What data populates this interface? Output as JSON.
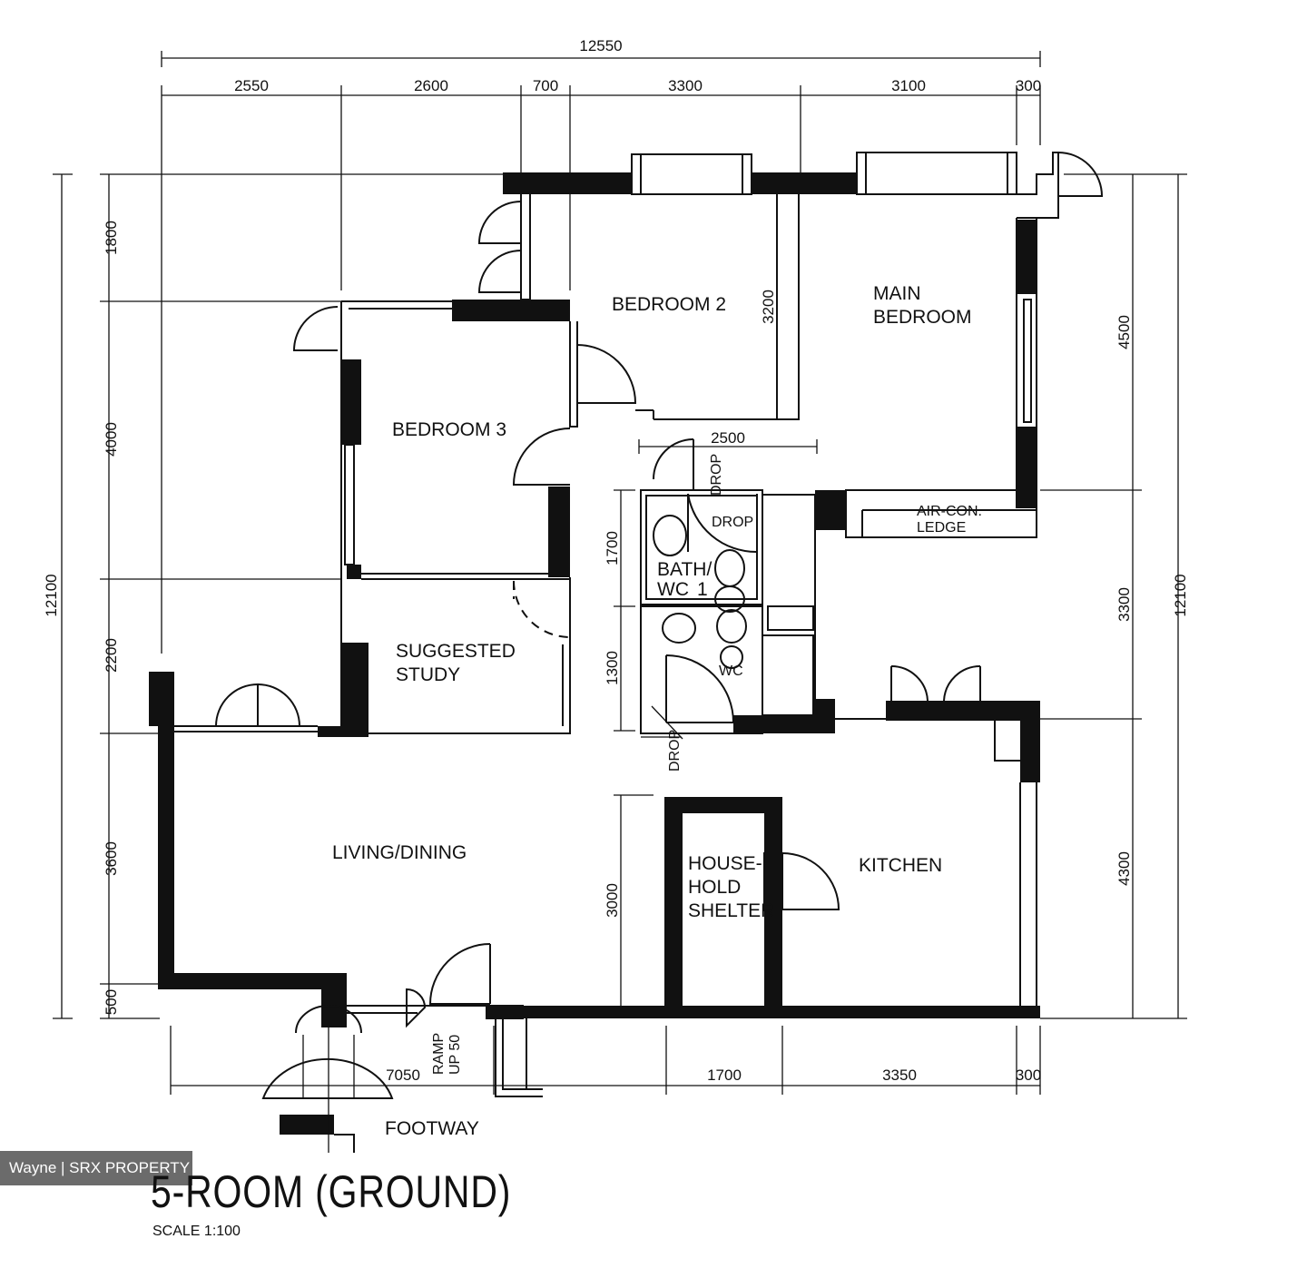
{
  "plan": {
    "title": "5-ROOM (GROUND)",
    "scale": "SCALE  1:100",
    "watermark": "Wayne | SRX PROPERTY"
  },
  "dimensions": {
    "top_total": "12550",
    "top_segments": [
      "2550",
      "2600",
      "700",
      "3300",
      "3100",
      "300"
    ],
    "left_total": "12100",
    "left_segments": [
      "1800",
      "4000",
      "2200",
      "3600",
      "500"
    ],
    "right_total": "12100",
    "right_segments": [
      "4500",
      "3300",
      "4300"
    ],
    "bottom_segments": [
      "7050",
      "1700",
      "3350",
      "300"
    ],
    "inner": {
      "bedroom2_depth": "3200",
      "bath_width": "2500",
      "bath_depth": "1700",
      "wc_depth": "1300",
      "shelter_depth": "3000"
    }
  },
  "rooms": {
    "bedroom2": "BEDROOM 2",
    "main_bedroom_line1": "MAIN",
    "main_bedroom_line2": "BEDROOM",
    "bedroom3": "BEDROOM 3",
    "suggested_line1": "SUGGESTED",
    "suggested_line2": "STUDY",
    "bath_line1": "BATH/",
    "bath_line2": "WC",
    "bath_number": "1",
    "wc": "WC",
    "aircon_line1": "AIR-CON.",
    "aircon_line2": "LEDGE",
    "living": "LIVING/DINING",
    "shelter_line1": "HOUSE-",
    "shelter_line2": "HOLD",
    "shelter_line3": "SHELTER",
    "kitchen": "KITCHEN",
    "footway": "FOOTWAY",
    "ramp": "RAMP",
    "ramp_value": "UP 50",
    "drop1": "DROP",
    "drop2": "DROP",
    "drop3": "DROP"
  }
}
